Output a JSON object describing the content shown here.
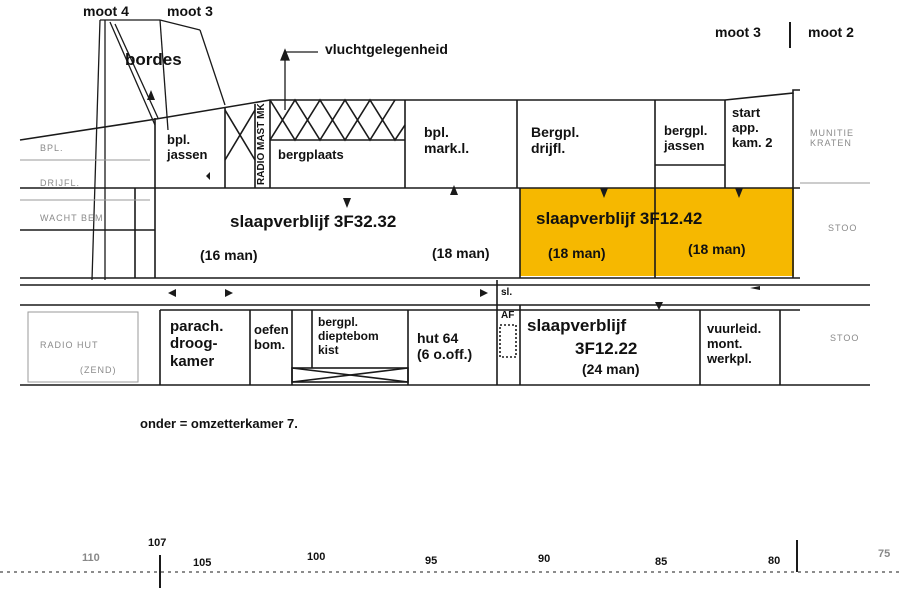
{
  "header": {
    "moot4": "moot 4",
    "moot3_left": "moot 3",
    "moot3_right": "moot 3",
    "moot2": "moot 2",
    "bordes": "bordes",
    "vlucht": "vluchtgelegenheid"
  },
  "rooms": {
    "bpl_jassen_left": "bpl.\njassen",
    "radio_mast": "RADIO MAST MK",
    "bergplaats": "bergplaats",
    "bpl_mark": "bpl.\nmark.l.",
    "bergpl_drijf": "Bergpl.\ndrijfl.",
    "bergpl_jassen_right": "bergpl.\njassen",
    "start_app": "start\napp.\nkam. 2",
    "slaap_left_title": "slaapverblijf 3F32.32",
    "slaap_left_16": "(16 man)",
    "slaap_left_18": "(18 man)",
    "slaap_right_title": "slaapverblijf 3F12.42",
    "slaap_right_18a": "(18 man)",
    "slaap_right_18b": "(18 man)",
    "parach": "parach.\ndroog-\nkamer",
    "oefen": "oefen\nbom.",
    "bergpl_dieptebom": "bergpl.\ndieptebom\nkist",
    "hut64": "hut 64\n(6 o.off.)",
    "sl": "sl.",
    "af": "AF",
    "slaap_bottom_title": "slaapverblijf",
    "slaap_bottom_code": "3F12.22",
    "slaap_bottom_man": "(24 man)",
    "vuurleid": "vuurleid.\nmont.\nwerkpl."
  },
  "faint_labels": {
    "bpl": "BPL.",
    "drijfl": "DRIJFL.",
    "bem": "WACHT BEM",
    "radio": "RADIO HUT",
    "zend": "(ZEND)",
    "stoo1": "STOO",
    "stoo2": "STOO",
    "munitie": "MUNITIE KRATEN"
  },
  "note": "onder = omzetterkamer 7.",
  "ruler": {
    "ticks": [
      "110",
      "107",
      "105",
      "100",
      "95",
      "90",
      "85",
      "80",
      "75"
    ]
  },
  "colors": {
    "highlight": "#f6b800",
    "line": "#1a1a1a",
    "faint": "#9a9a9a"
  }
}
